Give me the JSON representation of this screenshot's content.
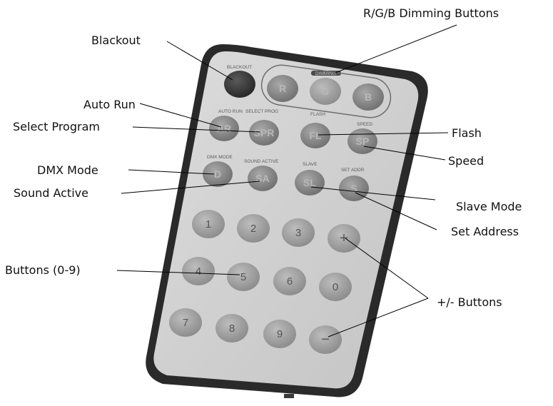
{
  "labels": {
    "rgb_dimming": "R/G/B Dimming Buttons",
    "blackout": "Blackout",
    "auto_run": "Auto Run",
    "select_program": "Select Program",
    "flash": "Flash",
    "speed": "Speed",
    "dmx_mode": "DMX Mode",
    "sound_active": "Sound Active",
    "slave_mode": "Slave Mode",
    "set_address": "Set Address",
    "buttons_0_9": "Buttons (0-9)",
    "plus_minus": "+/- Buttons"
  },
  "remote": {
    "silk": {
      "blackout": "BLACKOUT",
      "dimming": "DIMMING",
      "auto_run": "AUTO RUN",
      "select_prog": "SELECT PROG",
      "flash": "FLASH",
      "speed": "SPEED",
      "dmx_mode": "DMX MODE",
      "sound_active": "SOUND ACTIVE",
      "slave": "SLAVE",
      "set_addr": "SET ADDR"
    },
    "keys": {
      "r": "R",
      "g": "G",
      "b": "B",
      "ar": "AR",
      "spr": "SPR",
      "fl": "FL",
      "sp": "SP",
      "d": "D",
      "sa": "SA",
      "sl": "SL",
      "s": "S",
      "n1": "1",
      "n2": "2",
      "n3": "3",
      "plus": "+",
      "n4": "4",
      "n5": "5",
      "n6": "6",
      "n0": "0",
      "n7": "7",
      "n8": "8",
      "n9": "9",
      "minus": "−"
    }
  },
  "colors": {
    "body_outer": "#2a2a2a",
    "body_face": "#d2d2d2",
    "button": "#8c8c8c",
    "blackout_button": "#3c3c3c"
  }
}
